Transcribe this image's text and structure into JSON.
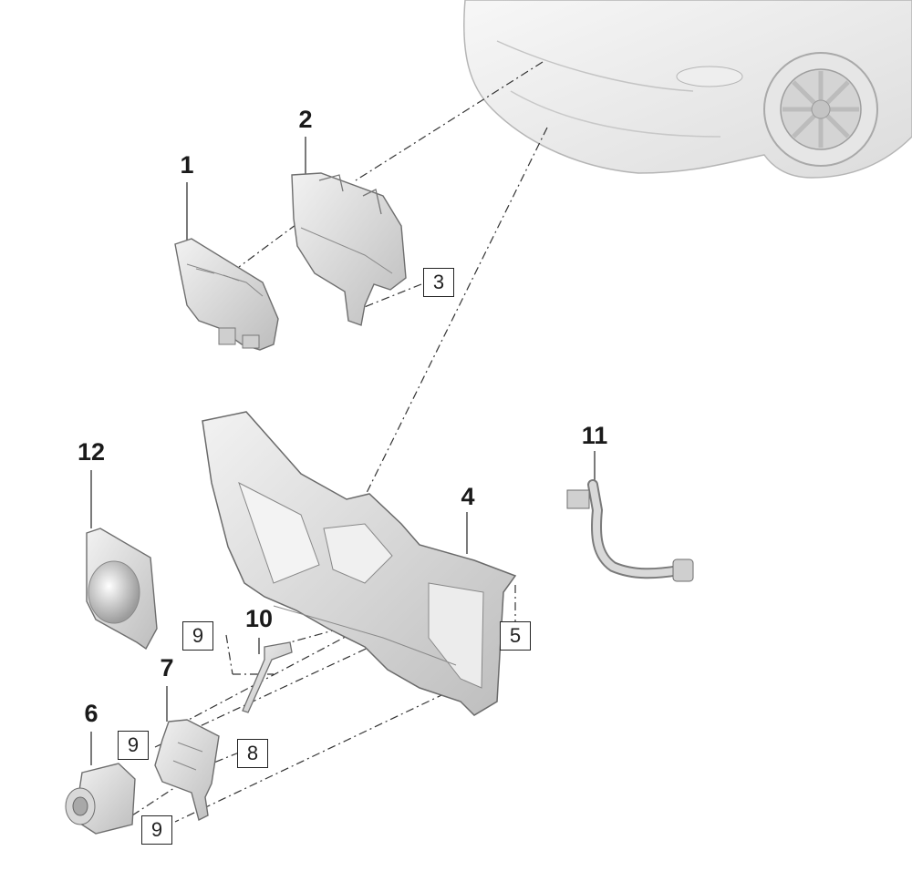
{
  "diagram": {
    "part_numbers": [
      {
        "id": "p1",
        "text": "1"
      },
      {
        "id": "p2",
        "text": "2"
      },
      {
        "id": "p4",
        "text": "4"
      },
      {
        "id": "p6",
        "text": "6"
      },
      {
        "id": "p7",
        "text": "7"
      },
      {
        "id": "p10",
        "text": "10"
      },
      {
        "id": "p11",
        "text": "11"
      },
      {
        "id": "p12",
        "text": "12"
      }
    ],
    "boxed_refs": [
      {
        "id": "b3",
        "text": "3"
      },
      {
        "id": "b5",
        "text": "5"
      },
      {
        "id": "b8",
        "text": "8"
      },
      {
        "id": "b9a",
        "text": "9"
      },
      {
        "id": "b9b",
        "text": "9"
      },
      {
        "id": "b9c",
        "text": "9"
      }
    ]
  }
}
